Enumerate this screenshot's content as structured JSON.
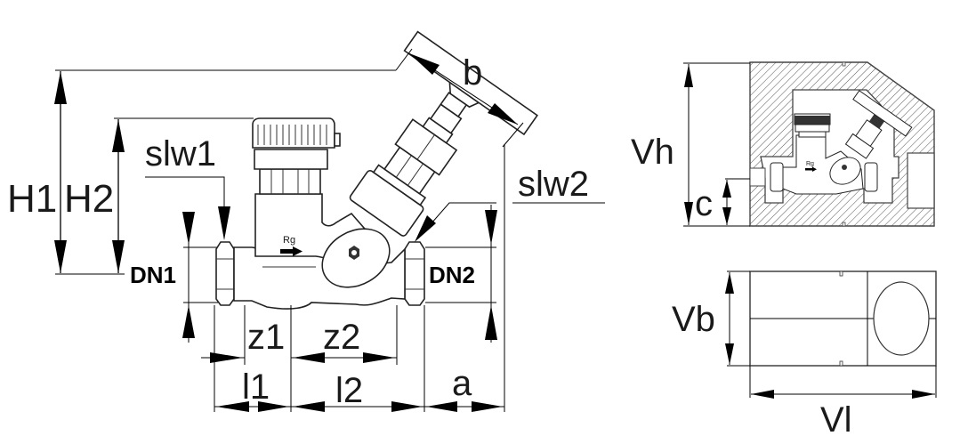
{
  "diagram": {
    "subject": "Balancing valve dimension drawing with insulation shell",
    "main_view": {
      "dimension_labels": {
        "H1": "H1",
        "H2": "H2",
        "slw1": "slw1",
        "slw2": "slw2",
        "b": "b",
        "DN1": "DN1",
        "DN2": "DN2",
        "z1": "z1",
        "z2": "z2",
        "l1": "l1",
        "l2": "l2",
        "a": "a"
      },
      "body_marking": "Rg"
    },
    "insulation_side_view": {
      "dimension_labels": {
        "Vh": "Vh",
        "c": "c"
      },
      "body_marking": "Rg"
    },
    "insulation_top_view": {
      "dimension_labels": {
        "Vb": "Vb",
        "Vl": "Vl"
      }
    },
    "colors": {
      "line": "#000000",
      "background": "#ffffff"
    }
  }
}
